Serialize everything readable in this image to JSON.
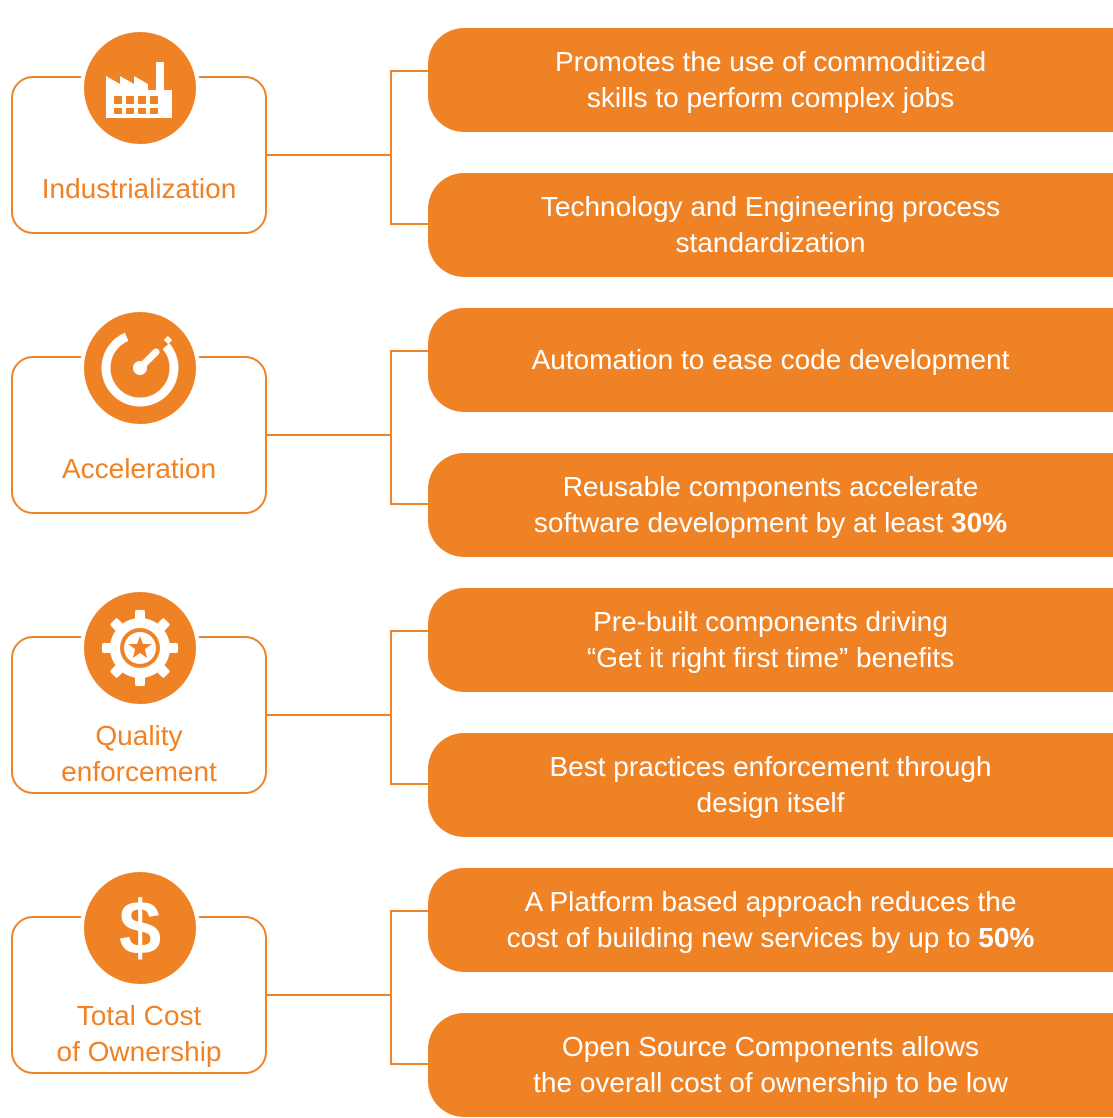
{
  "colors": {
    "accent": "#f08226",
    "background": "#ffffff"
  },
  "rows": [
    {
      "icon": "factory-icon",
      "label": "Industrialization",
      "items": [
        {
          "line1": "Promotes the use of commoditized",
          "line2": "skills to perform complex jobs"
        },
        {
          "line1": "Technology and Engineering process",
          "line2": "standardization"
        }
      ]
    },
    {
      "icon": "speedometer-icon",
      "label": "Acceleration",
      "items": [
        {
          "line1": "Automation to ease code development",
          "line2": ""
        },
        {
          "line1": "Reusable components accelerate",
          "line2": "software development by at least ",
          "bold": "30%"
        }
      ]
    },
    {
      "icon": "quality-badge-icon",
      "label_line1": "Quality",
      "label_line2": "enforcement",
      "items": [
        {
          "line1": "Pre-built components driving",
          "line2": "“Get it right first time” benefits"
        },
        {
          "line1": "Best practices enforcement through",
          "line2": "design itself"
        }
      ]
    },
    {
      "icon": "dollar-icon",
      "label_line1": "Total Cost",
      "label_line2": "of Ownership",
      "items": [
        {
          "line1": "A Platform based approach reduces the",
          "line2": "cost of building new services by up to ",
          "bold": "50%"
        },
        {
          "line1": "Open Source Components allows",
          "line2": "the overall cost of ownership to be low"
        }
      ]
    }
  ]
}
